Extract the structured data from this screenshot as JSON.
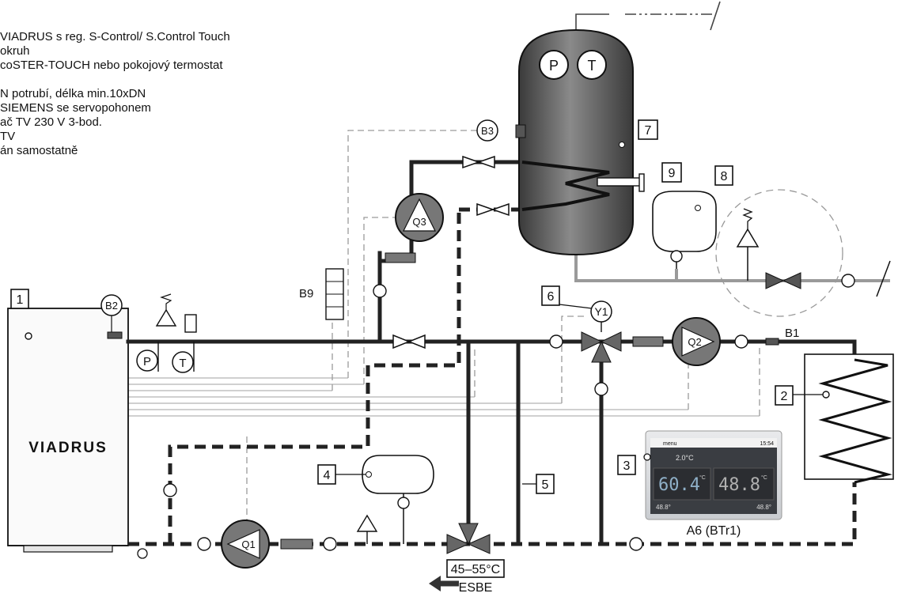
{
  "legend": [
    "VIADRUS s reg. S-Control/ S.Control Touch",
    "okruh",
    "coSTER-TOUCH nebo pokojový termostat",
    "",
    "N potrubí, délka min.10xDN",
    "SIEMENS se servopohonem",
    "ač TV 230 V 3-bod.",
    "TV",
    "án samostatně"
  ],
  "boiler": {
    "brand": "VIADRUS",
    "number": "1"
  },
  "sensors": {
    "b1": "B1",
    "b2": "B2",
    "b3": "B3",
    "b9": "B9"
  },
  "pumps": {
    "q1": "Q1",
    "q2": "Q2",
    "q3": "Q3"
  },
  "valve": {
    "y1": "Y1"
  },
  "gauges": {
    "p": "P",
    "t": "T"
  },
  "tank": {
    "p": "P",
    "t": "T"
  },
  "numbers": {
    "n2": "2",
    "n3": "3",
    "n4": "4",
    "n5": "5",
    "n6": "6",
    "n7": "7",
    "n8": "8",
    "n9": "9"
  },
  "mixing": {
    "temp": "45–55°C",
    "brand": "ESBE"
  },
  "panel": {
    "caption": "A6 (BTr1)",
    "menu": "menu",
    "time": "15:54",
    "outdoor": "2.0°C",
    "temp_left": "60.4",
    "temp_left_unit": "°C",
    "temp_right": "48.8",
    "temp_right_unit": "°C",
    "small_left": "48.8°",
    "small_right": "48.8°"
  }
}
